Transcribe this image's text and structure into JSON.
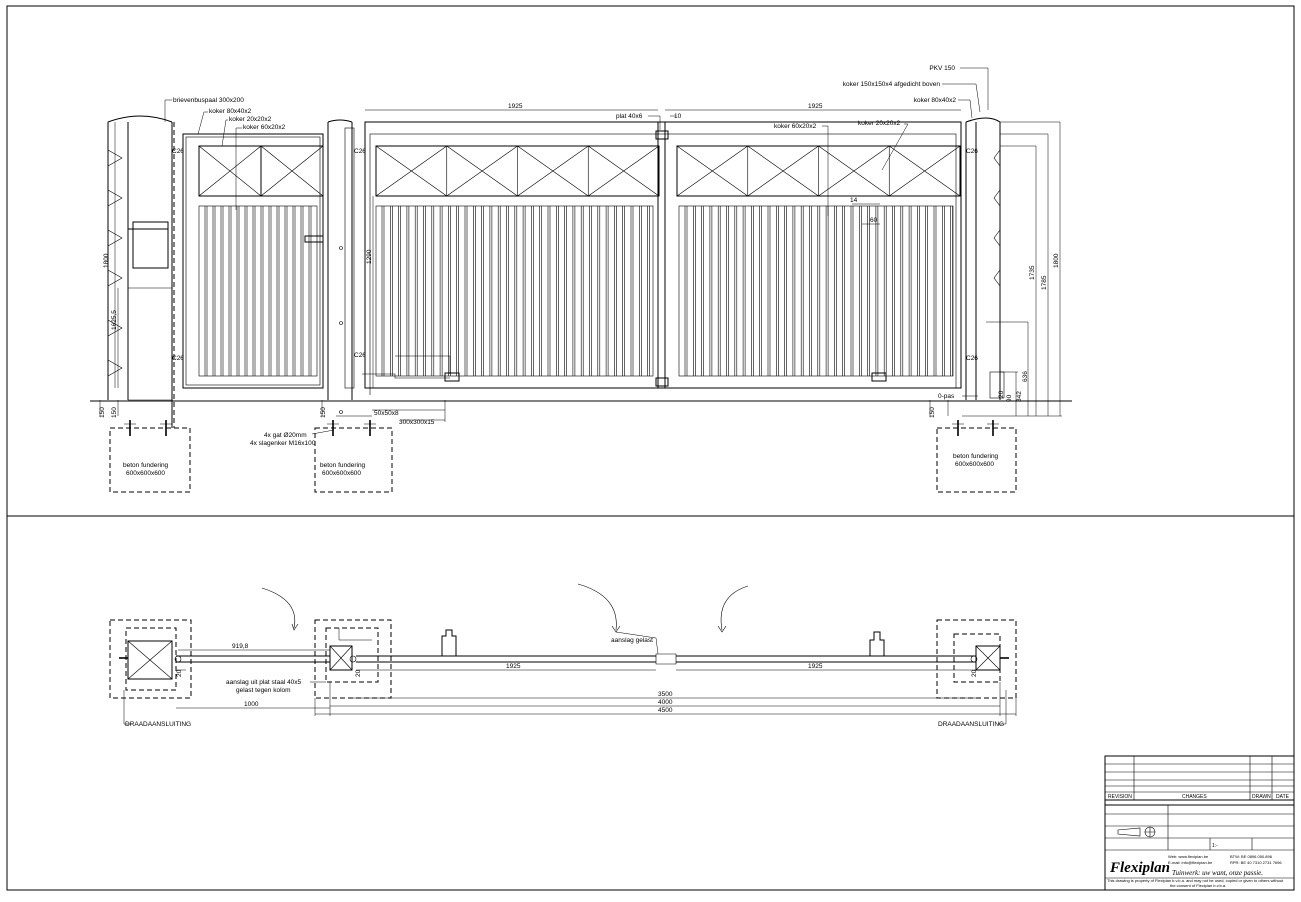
{
  "front_view": {
    "callouts": {
      "brievenbuspaal": "brievenbuspaal 300x200",
      "koker_80x40_left": "koker 80x40x2",
      "koker_20x20_left": "koker 20x20x2",
      "koker_60x20_left": "koker 60x20x2",
      "plat": "plat 40x6",
      "plat_dim": "10",
      "koker_60x20_right": "koker 60x20x2",
      "koker_20x20_right": "koker 20x20x2",
      "pkv": "PKV 150",
      "koker_150": "koker 150x150x4 afgedicht boven",
      "koker_80x40_right": "koker 80x40x2",
      "plate_50": "50x50x8",
      "plate_300": "300x300x15",
      "gat": "4x gat Ø20mm",
      "slagenker": "4x slagenker M16x100",
      "o_pas": "0-pas"
    },
    "dims": {
      "leaf_left": "1925",
      "leaf_right": "1925",
      "h1800_left": "1800",
      "h1625": "1625,5",
      "h1290": "1290",
      "h1735": "1735",
      "h1785": "1785",
      "h1800_right": "1800",
      "d14": "14",
      "d60": "60",
      "d636": "636",
      "d342": "342",
      "d_r1": "20",
      "d_r2": "90",
      "d150_a": "150",
      "d150_b": "150",
      "d150_c": "150",
      "d150_d": "150"
    },
    "c26": [
      "C26",
      "C26",
      "C26",
      "C26",
      "C26",
      "C26"
    ],
    "foundations": [
      {
        "line1": "beton fundering",
        "line2": "600x600x600"
      },
      {
        "line1": "beton fundering",
        "line2": "600x600x600"
      },
      {
        "line1": "beton fundering",
        "line2": "600x600x600"
      }
    ]
  },
  "top_view": {
    "d919": "919,8",
    "d20_a": "20",
    "d20_b": "20",
    "d20_c": "20",
    "aanslag_staal_1": "aanslag uit plat staal 40x5",
    "aanslag_staal_2": "gelast tegen kolom",
    "aanslag_gelast": "aanslag gelast",
    "d1925_left": "1925",
    "d1925_right": "1925",
    "d1000": "1000",
    "d3500": "3500",
    "d4000": "4000",
    "d4500": "4500",
    "draad_left": "DRAADAANSLUITING",
    "draad_right": "DRAADAANSLUITING"
  },
  "title_block": {
    "revision": "REVISION",
    "changes": "CHANGES",
    "drawn": "DRAWN",
    "date": "DATE",
    "logo": "Flexiplan",
    "tagline": "Tuinwerk: uw want, onze passie.",
    "web": "Web: www.flexiplan.be",
    "email": "E-mail: info@flexiplan.be",
    "btw": "BTW: BE 0896.050.896",
    "rpr": "RPR: BE 40 7310 2731 7696",
    "scale_value": "1:-",
    "footer_1": "This drawing is property of Flexiplan b.v.b.a. and may not be used, copied or given to others without",
    "footer_2": "the consent of Flexiplan b.v.b.a."
  }
}
